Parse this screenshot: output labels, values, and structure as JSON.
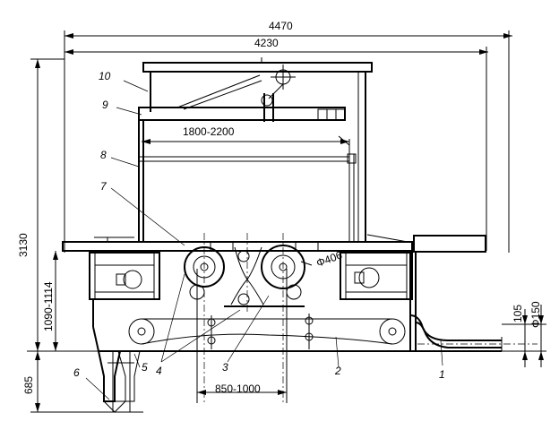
{
  "dimensions": {
    "overall_length": "4470",
    "inner_length": "4230",
    "height": "3130",
    "work_height": "1090-1114",
    "base_height": "685",
    "width_range": "1800-2200",
    "center_distance": "850-1000",
    "roll_dia": "Φ406",
    "pipe_height": "105",
    "pipe_dia": "Φ150"
  },
  "part_labels": [
    "1",
    "2",
    "3",
    "4",
    "5",
    "6",
    "7",
    "8",
    "9",
    "10"
  ]
}
